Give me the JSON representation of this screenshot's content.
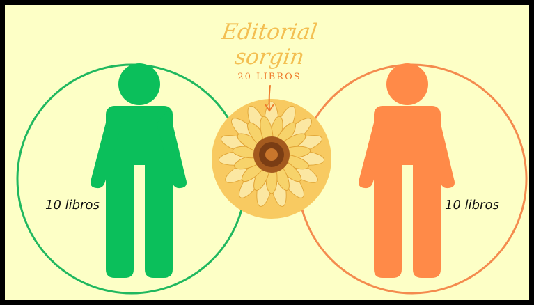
{
  "publisher": {
    "name_line1": "Editorial",
    "name_line2": "sorgin",
    "total_books": "20 LIBROS"
  },
  "people": [
    {
      "books": "10 libros",
      "color": "#0bbf5b"
    },
    {
      "books": "10 libros",
      "color": "#ff8a48"
    }
  ],
  "colors": {
    "background": "#fdffc6",
    "frame": "#000000",
    "left_circle": "#20b85f",
    "right_circle": "#f48b4e",
    "center_disc": "#f8ca61",
    "title": "#f3bf52",
    "arrow": "#ee7a2b"
  },
  "icons": {
    "left": "person-icon",
    "right": "person-icon",
    "center": "sunflower-icon"
  }
}
